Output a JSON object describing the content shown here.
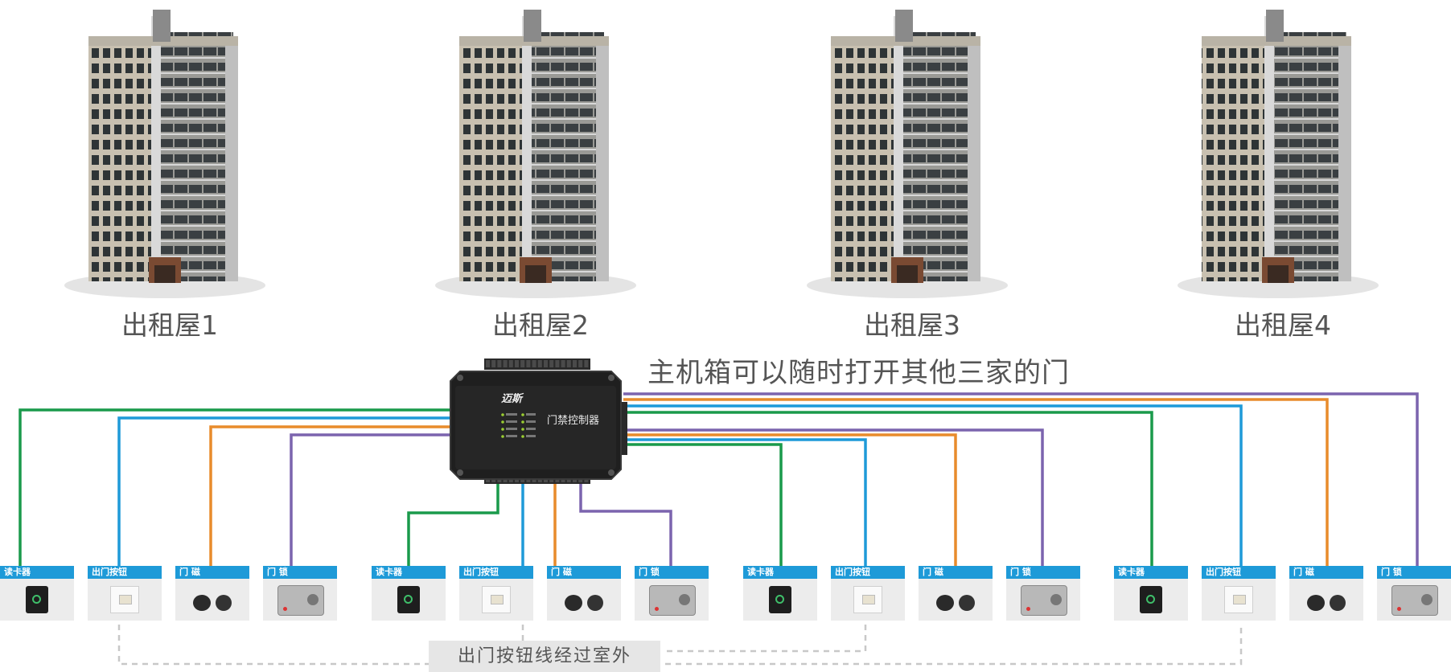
{
  "houses": [
    {
      "label": "出租屋1"
    },
    {
      "label": "出租屋2"
    },
    {
      "label": "出租屋3"
    },
    {
      "label": "出租屋4"
    }
  ],
  "caption": "主机箱可以随时打开其他三家的门",
  "controller": {
    "brand": "迈斯",
    "name": "门禁控制器"
  },
  "device_types": {
    "reader": "读卡器",
    "button": "出门按钮",
    "sensor": "门 磁",
    "lock": "门 锁"
  },
  "note": "出门按钮线经过室外",
  "colors": {
    "reader_wire": "#1a9a4b",
    "button_wire": "#1e9ad8",
    "sensor_wire": "#e88b2c",
    "lock_wire": "#7b64ae",
    "device_header": "#1e9ad8",
    "text": "#555555"
  }
}
